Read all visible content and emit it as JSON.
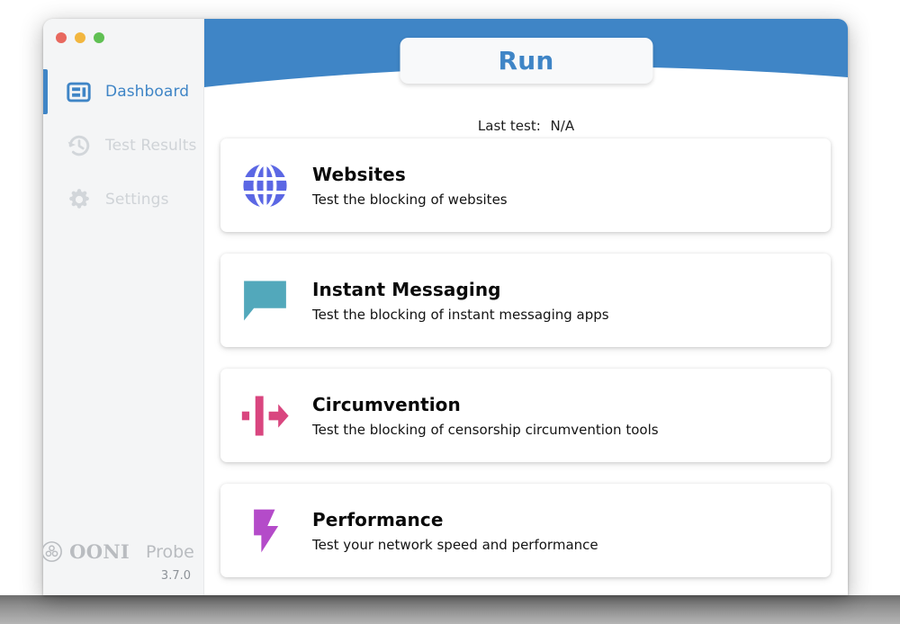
{
  "window": {
    "traffic_lights": [
      {
        "name": "close",
        "color": "#e8685f"
      },
      {
        "name": "minimize",
        "color": "#f2b63f"
      },
      {
        "name": "zoom",
        "color": "#60c053"
      }
    ]
  },
  "sidebar": {
    "items": [
      {
        "id": "dashboard",
        "label": "Dashboard",
        "icon": "dashboard-icon",
        "active": true,
        "color": "#3f85c6"
      },
      {
        "id": "test-results",
        "label": "Test Results",
        "icon": "history-clock-icon",
        "active": false,
        "color": "#cfd3d7"
      },
      {
        "id": "settings",
        "label": "Settings",
        "icon": "gear-icon",
        "active": false,
        "color": "#cfd3d7"
      }
    ],
    "brand": {
      "mark": "ooni-logo-icon",
      "name": "OONI",
      "product": "Probe",
      "version": "3.7.0"
    }
  },
  "header": {
    "background_color": "#3f85c6",
    "run_label": "Run",
    "last_test_label": "Last test:",
    "last_test_value": "N/A"
  },
  "cards": [
    {
      "id": "websites",
      "title": "Websites",
      "description": "Test the blocking of websites",
      "icon": "globe-icon",
      "color": "#5b67e4"
    },
    {
      "id": "instant-messaging",
      "title": "Instant Messaging",
      "description": "Test the blocking of instant messaging apps",
      "icon": "chat-bubble-icon",
      "color": "#52a8bb"
    },
    {
      "id": "circumvention",
      "title": "Circumvention",
      "description": "Test the blocking of censorship circumvention tools",
      "icon": "bypass-arrow-icon",
      "color": "#d9467f"
    },
    {
      "id": "performance",
      "title": "Performance",
      "description": "Test your network speed and performance",
      "icon": "lightning-bolt-icon",
      "color": "#b martin"
    }
  ],
  "colors": {
    "accent_blue": "#3f85c6",
    "websites": "#5b67e4",
    "instant_messaging": "#52a8bb",
    "circumvention": "#d9467f",
    "performance": "#b martin"
  }
}
